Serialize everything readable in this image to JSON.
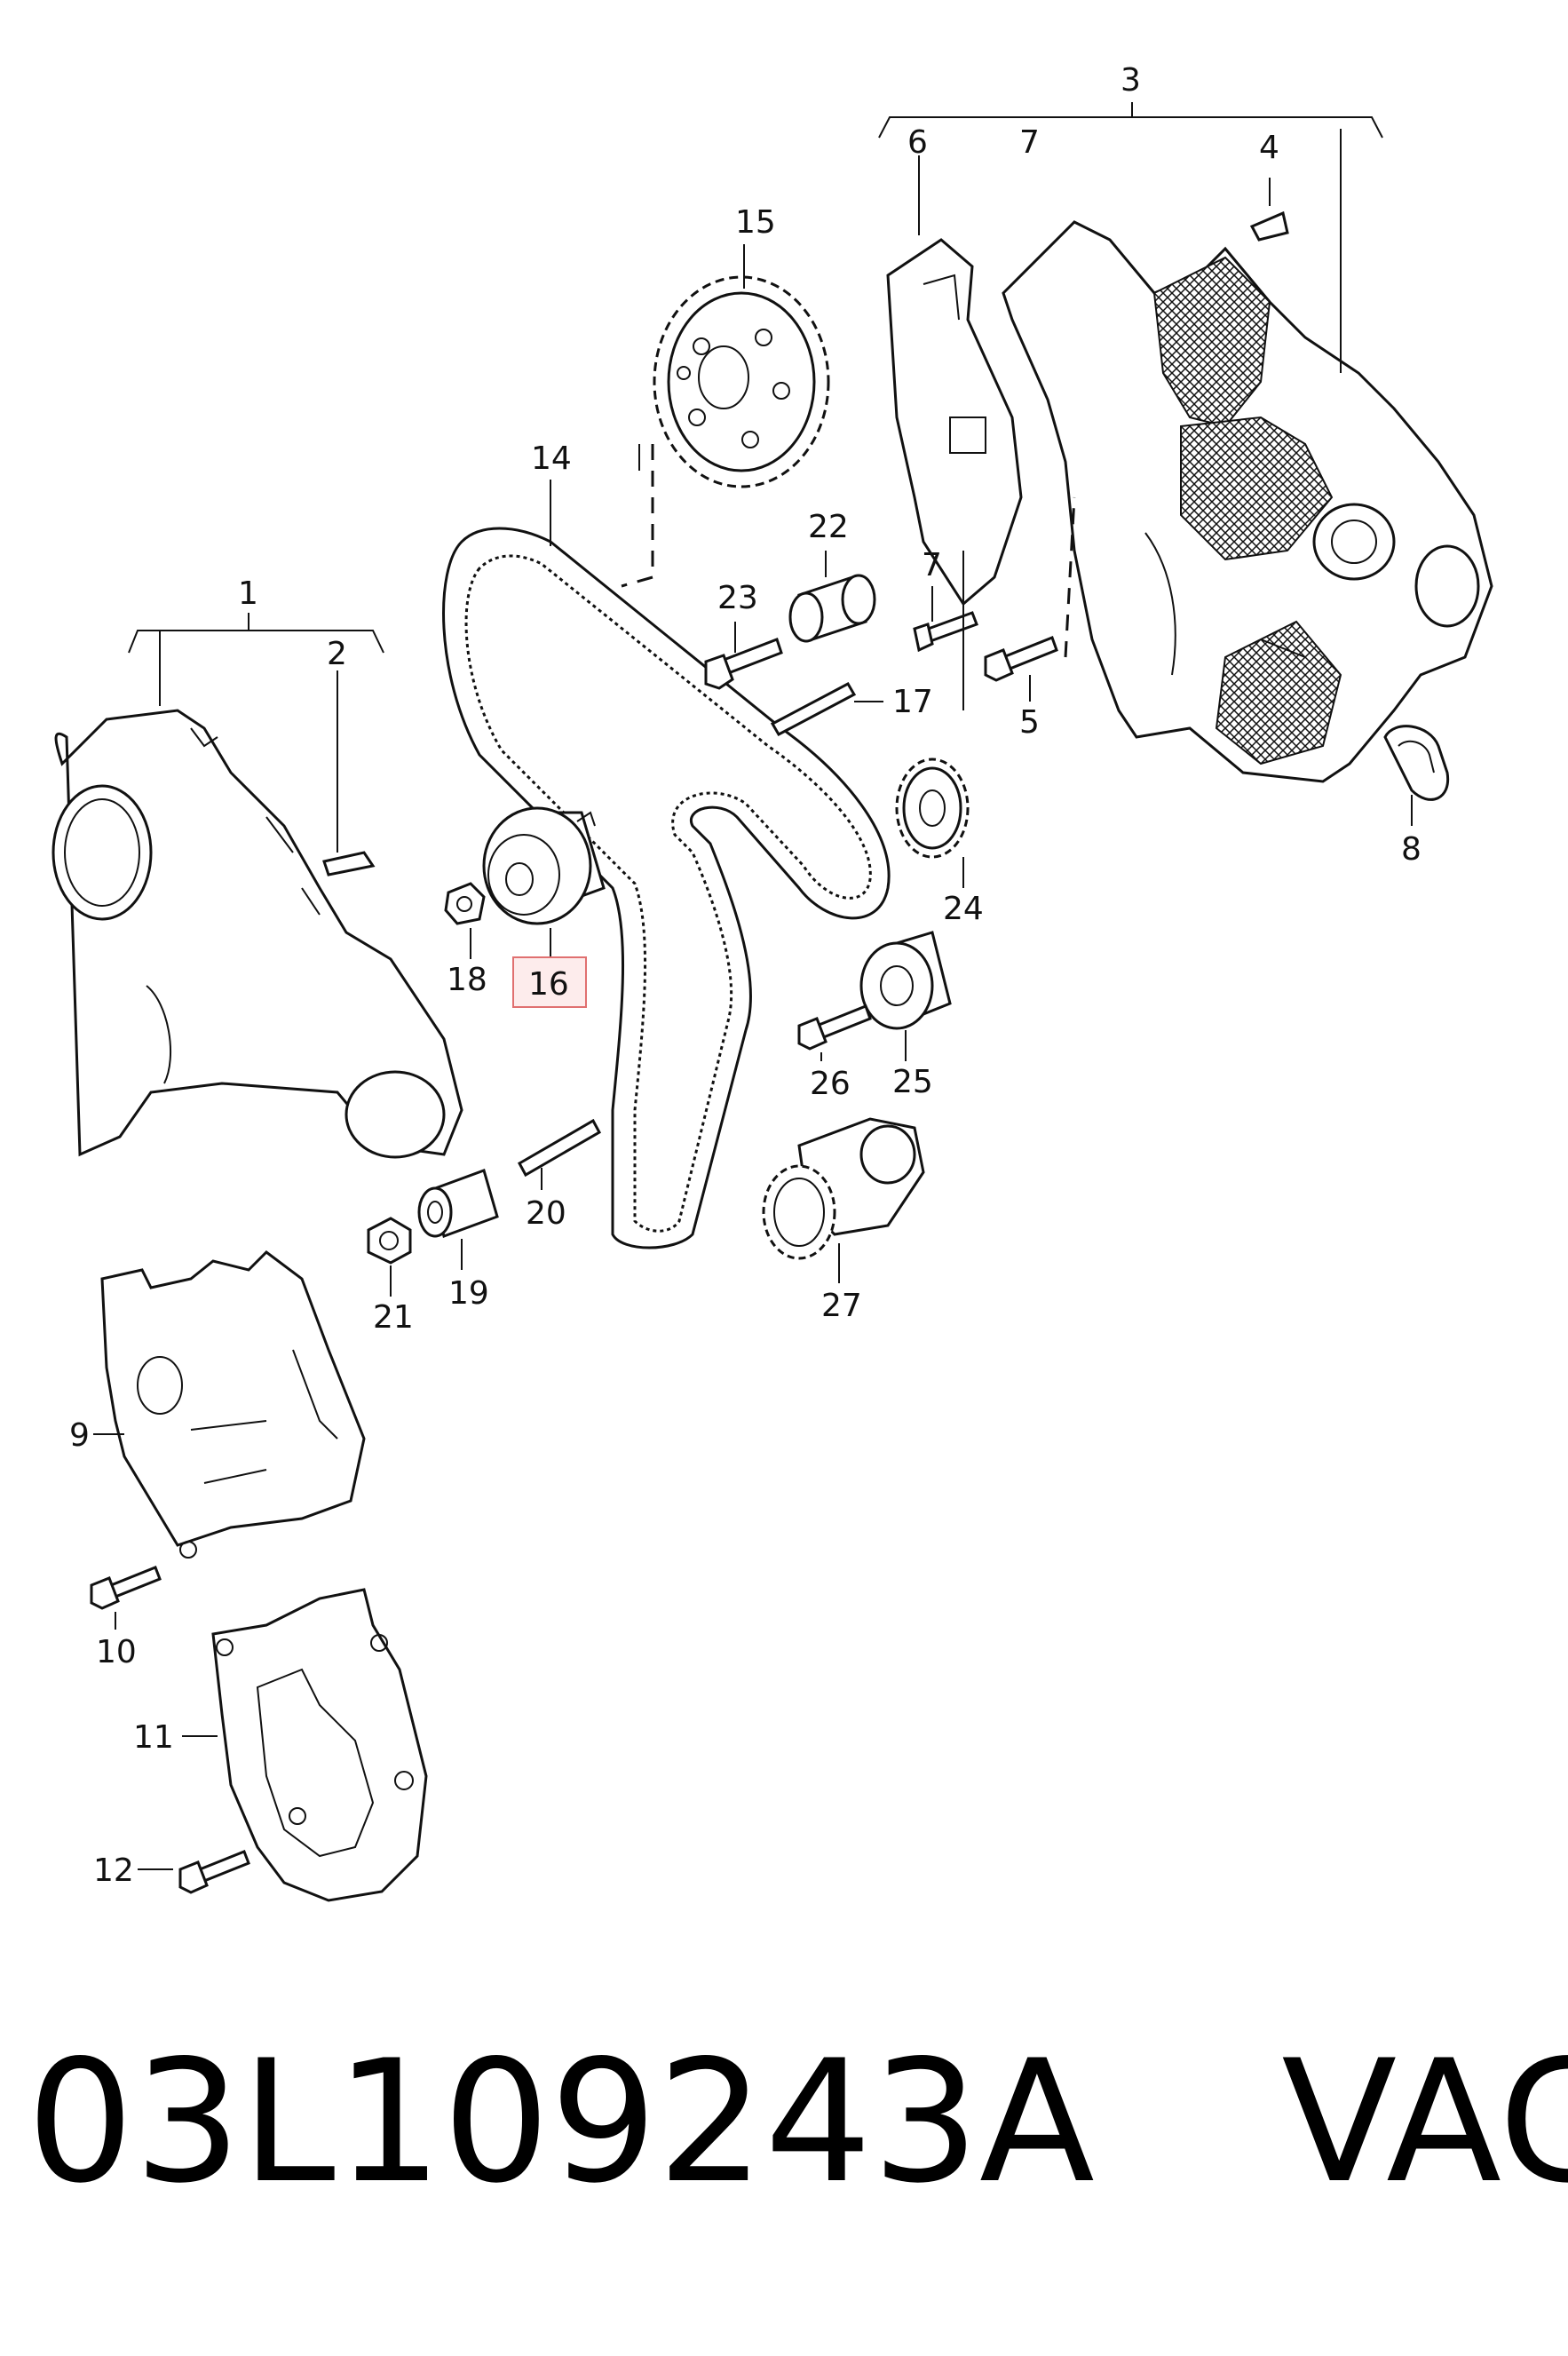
{
  "callouts": {
    "c1": "1",
    "c2": "2",
    "c3": "3",
    "c4": "4",
    "c5": "5",
    "c6": "6",
    "c7a": "7",
    "c7b": "7",
    "c8": "8",
    "c9": "9",
    "c10": "10",
    "c11": "11",
    "c12": "12",
    "c14": "14",
    "c15": "15",
    "c16": "16",
    "c17": "17",
    "c18": "18",
    "c19": "19",
    "c20": "20",
    "c21": "21",
    "c22": "22",
    "c23": "23",
    "c24": "24",
    "c25": "25",
    "c26": "26",
    "c27": "27"
  },
  "highlight": {
    "part": "16",
    "color": "#e07070"
  },
  "footer": {
    "part_number": "03L109243A",
    "brand": "VAG"
  }
}
